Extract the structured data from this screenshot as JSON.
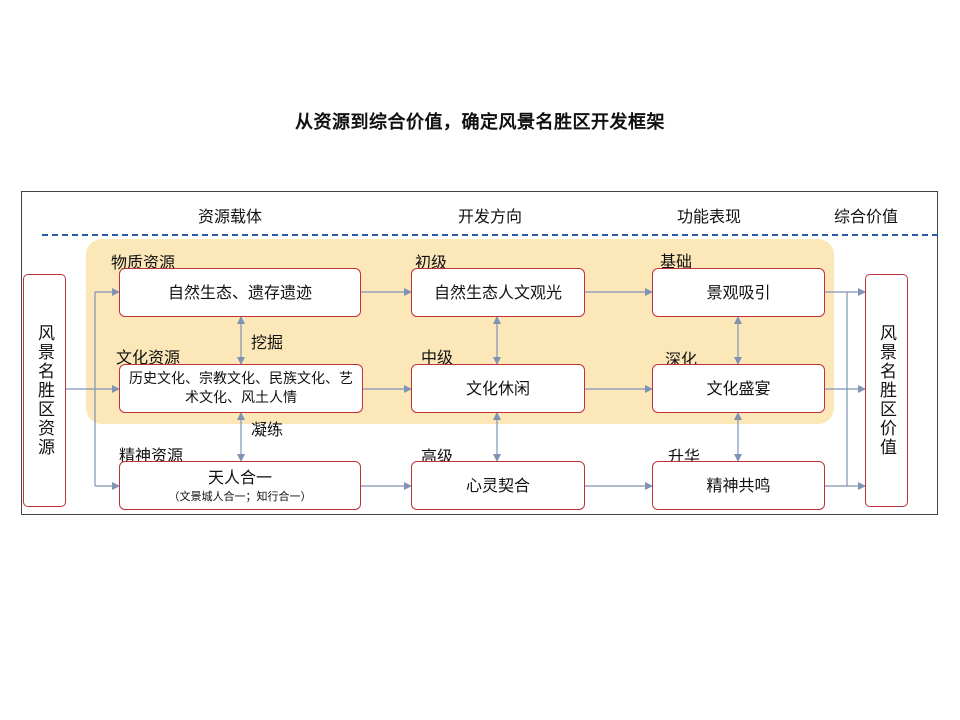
{
  "title": "从资源到综合价值，确定风景名胜区开发框架",
  "headers": {
    "resource_carrier": "资源载体",
    "development_direction": "开发方向",
    "function_expression": "功能表现",
    "comprehensive_value": "综合价值"
  },
  "left_side": "风景名胜区资源",
  "right_side": "风景名胜区价值",
  "resources": {
    "material": {
      "label": "物质资源",
      "box": "自然生态、遗存遗迹"
    },
    "culture": {
      "label": "文化资源",
      "box": "历史文化、宗教文化、民族文化、艺术文化、风土人情"
    },
    "spirit": {
      "label": "精神资源",
      "box": "天人合一",
      "sub": "（文景城人合一；知行合一）"
    }
  },
  "connectors": {
    "dig": "挖掘",
    "refine": "凝练"
  },
  "directions": {
    "primary": {
      "label": "初级",
      "box": "自然生态人文观光"
    },
    "middle": {
      "label": "中级",
      "box": "文化休闲"
    },
    "advanced": {
      "label": "高级",
      "box": "心灵契合"
    }
  },
  "functions": {
    "basic": {
      "label": "基础",
      "box": "景观吸引"
    },
    "deepen": {
      "label": "深化",
      "box": "文化盛宴"
    },
    "sublime": {
      "label": "升华",
      "box": "精神共鸣"
    }
  },
  "colors": {
    "box_border": "#c0323a",
    "band": "#fbe7b7",
    "dashed_line": "#2a5aa8",
    "arrow": "#7f93b5"
  }
}
